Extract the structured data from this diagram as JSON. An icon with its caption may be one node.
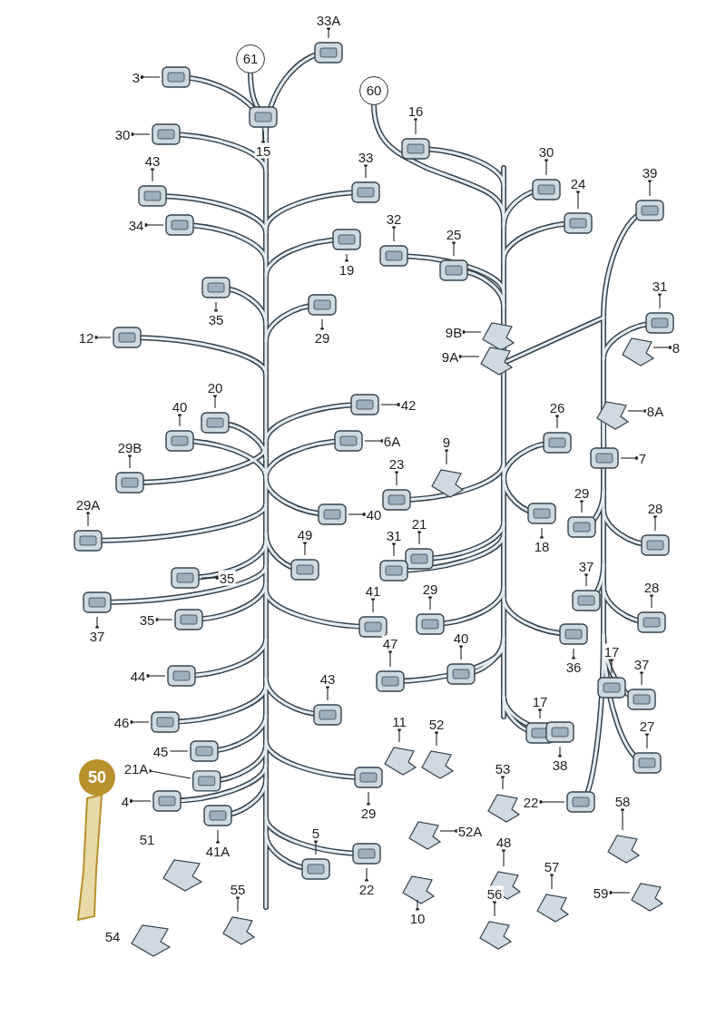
{
  "diagram": {
    "nodes": [
      {
        "text": [
          "33A"
        ]
      },
      {
        "text": [
          "61"
        ]
      },
      {
        "text": [
          "3"
        ]
      },
      {
        "text": [
          "60"
        ]
      },
      {
        "text": [
          "16"
        ]
      },
      {
        "text": [
          "30"
        ]
      },
      {
        "text": [
          "15"
        ]
      },
      {
        "text": [
          "30"
        ]
      },
      {
        "text": [
          "33"
        ]
      },
      {
        "text": [
          "43"
        ]
      },
      {
        "text": [
          "24"
        ]
      },
      {
        "text": [
          "39"
        ]
      },
      {
        "text": [
          "34"
        ]
      },
      {
        "text": [
          "32"
        ]
      },
      {
        "text": [
          "25"
        ]
      },
      {
        "text": [
          "19"
        ]
      },
      {
        "text": [
          "31"
        ]
      },
      {
        "text": [
          "35"
        ]
      },
      {
        "text": [
          "9B"
        ]
      },
      {
        "text": [
          "12"
        ]
      },
      {
        "text": [
          "29"
        ]
      },
      {
        "text": [
          "8"
        ]
      },
      {
        "text": [
          "9A"
        ]
      },
      {
        "text": [
          "20"
        ]
      },
      {
        "text": [
          "42"
        ]
      },
      {
        "text": [
          "40"
        ]
      },
      {
        "text": [
          "26"
        ]
      },
      {
        "text": [
          "8A"
        ]
      },
      {
        "text": [
          "6A"
        ]
      },
      {
        "text": [
          "9"
        ]
      },
      {
        "text": [
          "29B"
        ]
      },
      {
        "text": [
          "7"
        ]
      },
      {
        "text": [
          "23"
        ]
      },
      {
        "text": [
          "29"
        ]
      },
      {
        "text": [
          "29A"
        ]
      },
      {
        "text": [
          "28"
        ]
      },
      {
        "text": [
          "40"
        ]
      },
      {
        "text": [
          "21"
        ]
      },
      {
        "text": [
          "49"
        ]
      },
      {
        "text": [
          "31"
        ]
      },
      {
        "text": [
          "18"
        ]
      },
      {
        "text": [
          "37"
        ]
      },
      {
        "text": [
          "35"
        ]
      },
      {
        "text": [
          "29"
        ]
      },
      {
        "text": [
          "41"
        ]
      },
      {
        "text": [
          "28"
        ]
      },
      {
        "text": [
          "35"
        ]
      },
      {
        "text": [
          "37"
        ]
      },
      {
        "text": [
          "40"
        ]
      },
      {
        "text": [
          "47"
        ]
      },
      {
        "text": [
          "17"
        ]
      },
      {
        "text": [
          "37"
        ]
      },
      {
        "text": [
          "36"
        ]
      },
      {
        "text": [
          "44"
        ]
      },
      {
        "text": [
          "43"
        ]
      },
      {
        "text": [
          "17"
        ]
      },
      {
        "text": [
          "46"
        ]
      },
      {
        "text": [
          "11"
        ]
      },
      {
        "text": [
          "52"
        ]
      },
      {
        "text": [
          "27"
        ]
      },
      {
        "text": [
          "45"
        ]
      },
      {
        "text": [
          "38"
        ]
      },
      {
        "text": [
          "21A"
        ]
      },
      {
        "text": [
          "50"
        ]
      },
      {
        "text": [
          "53"
        ]
      },
      {
        "text": [
          "29"
        ]
      },
      {
        "text": [
          "4"
        ]
      },
      {
        "text": [
          "22"
        ]
      },
      {
        "text": [
          "58"
        ]
      },
      {
        "text": [
          "52A"
        ]
      },
      {
        "text": [
          "5"
        ]
      },
      {
        "text": [
          "41A"
        ]
      },
      {
        "text": [
          "48"
        ]
      },
      {
        "text": [
          "22"
        ]
      },
      {
        "text": [
          "55"
        ]
      },
      {
        "text": [
          "57"
        ]
      },
      {
        "text": [
          "59"
        ]
      },
      {
        "text": [
          "10"
        ]
      },
      {
        "text": [
          "56"
        ]
      }
    ],
    "edges": [
      {
        "from": 0,
        "to": null,
        "arrow": "other"
      },
      {
        "from": 2,
        "to": null,
        "arrow": "other"
      },
      {
        "from": 4,
        "to": null,
        "arrow": "other"
      },
      {
        "from": 5,
        "to": null,
        "arrow": "other"
      },
      {
        "from": 6,
        "to": null,
        "arrow": "other"
      },
      {
        "from": 7,
        "to": null,
        "arrow": "other"
      },
      {
        "from": 8,
        "to": null,
        "arrow": "other"
      },
      {
        "from": 9,
        "to": null,
        "arrow": "other"
      },
      {
        "from": 10,
        "to": null,
        "arrow": "other"
      },
      {
        "from": 11,
        "to": null,
        "arrow": "other"
      },
      {
        "from": 12,
        "to": null,
        "arrow": "other"
      },
      {
        "from": 13,
        "to": null,
        "arrow": "other"
      },
      {
        "from": 14,
        "to": null,
        "arrow": "other"
      },
      {
        "from": 15,
        "to": null,
        "arrow": "other"
      },
      {
        "from": 16,
        "to": null,
        "arrow": "other"
      },
      {
        "from": 17,
        "to": null,
        "arrow": "other"
      },
      {
        "from": 18,
        "to": null,
        "arrow": "other"
      },
      {
        "from": 19,
        "to": null,
        "arrow": "other"
      },
      {
        "from": 20,
        "to": null,
        "arrow": "other"
      },
      {
        "from": 21,
        "to": null,
        "arrow": "other"
      },
      {
        "from": 22,
        "to": null,
        "arrow": "other"
      },
      {
        "from": 23,
        "to": null,
        "arrow": "other"
      },
      {
        "from": 24,
        "to": null,
        "arrow": "other"
      },
      {
        "from": 25,
        "to": null,
        "arrow": "other"
      },
      {
        "from": 26,
        "to": null,
        "arrow": "other"
      },
      {
        "from": 27,
        "to": null,
        "arrow": "other"
      },
      {
        "from": 28,
        "to": null,
        "arrow": "other"
      },
      {
        "from": 29,
        "to": null,
        "arrow": "other"
      },
      {
        "from": 30,
        "to": null,
        "arrow": "other"
      },
      {
        "from": 31,
        "to": null,
        "arrow": "other"
      },
      {
        "from": 32,
        "to": null,
        "arrow": "other"
      },
      {
        "from": 33,
        "to": null,
        "arrow": "other"
      },
      {
        "from": 34,
        "to": null,
        "arrow": "other"
      },
      {
        "from": 35,
        "to": null,
        "arrow": "other"
      },
      {
        "from": 36,
        "to": null,
        "arrow": "other"
      },
      {
        "from": 37,
        "to": null,
        "arrow": "other"
      },
      {
        "from": 38,
        "to": null,
        "arrow": "other"
      },
      {
        "from": 39,
        "to": null,
        "arrow": "other"
      },
      {
        "from": 40,
        "to": null,
        "arrow": "other"
      },
      {
        "from": 41,
        "to": null,
        "arrow": "other"
      },
      {
        "from": 42,
        "to": null,
        "arrow": "other"
      },
      {
        "from": 43,
        "to": null,
        "arrow": "other"
      },
      {
        "from": 44,
        "to": null,
        "arrow": "other"
      },
      {
        "from": 45,
        "to": null,
        "arrow": "other"
      },
      {
        "from": 46,
        "to": null,
        "arrow": "other"
      },
      {
        "from": 47,
        "to": null,
        "arrow": "other"
      },
      {
        "from": 48,
        "to": null,
        "arrow": "other"
      },
      {
        "from": 49,
        "to": null,
        "arrow": "other"
      },
      {
        "from": 50,
        "to": null,
        "arrow": "other"
      },
      {
        "from": 51,
        "to": null,
        "arrow": "other"
      },
      {
        "from": 52,
        "to": null,
        "arrow": "other"
      },
      {
        "from": 53,
        "to": null,
        "arrow": "other"
      },
      {
        "from": 54,
        "to": null,
        "arrow": "other"
      },
      {
        "from": 55,
        "to": null,
        "arrow": "other"
      },
      {
        "from": 56,
        "to": null,
        "arrow": "other"
      },
      {
        "from": 57,
        "to": null,
        "arrow": "other"
      },
      {
        "from": 58,
        "to": null,
        "arrow": "other"
      },
      {
        "from": 59,
        "to": null,
        "arrow": "other"
      },
      {
        "from": 60,
        "to": null,
        "arrow": "none"
      },
      {
        "from": 61,
        "to": null,
        "arrow": "other"
      },
      {
        "from": 62,
        "to": null,
        "arrow": "other"
      },
      {
        "from": 64,
        "to": null,
        "arrow": "other"
      },
      {
        "from": 65,
        "to": null,
        "arrow": "other"
      },
      {
        "from": 66,
        "to": null,
        "arrow": "other"
      },
      {
        "from": 67,
        "to": null,
        "arrow": "other"
      },
      {
        "from": 68,
        "to": null,
        "arrow": "other"
      },
      {
        "from": 69,
        "to": null,
        "arrow": "other"
      },
      {
        "from": 70,
        "to": null,
        "arrow": "other"
      },
      {
        "from": 71,
        "to": null,
        "arrow": "other"
      },
      {
        "from": 72,
        "to": null,
        "arrow": "other"
      },
      {
        "from": 73,
        "to": null,
        "arrow": "other"
      },
      {
        "from": 74,
        "to": null,
        "arrow": "other"
      },
      {
        "from": 75,
        "to": null,
        "arrow": "other"
      },
      {
        "from": 76,
        "to": null,
        "arrow": "other"
      },
      {
        "from": 77,
        "to": null,
        "arrow": "other"
      },
      {
        "from": 78,
        "to": null,
        "arrow": "other"
      }
    ],
    "labels": [
      "51",
      "54"
    ]
  }
}
